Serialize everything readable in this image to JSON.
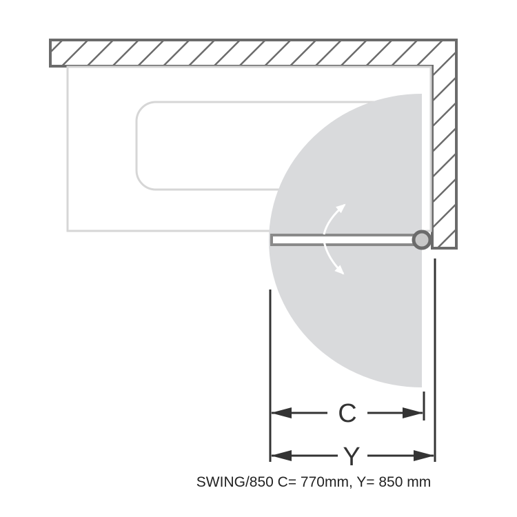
{
  "diagram": {
    "dimension_c_label": "C",
    "dimension_y_label": "Y",
    "caption": "SWING/850 C= 770mm, Y= 850 mm",
    "colors": {
      "wall": "#6b6b6b",
      "bath_outline": "#d6d6d6",
      "swing_area": "#d9dadc",
      "dimension_lines": "#333333"
    }
  }
}
